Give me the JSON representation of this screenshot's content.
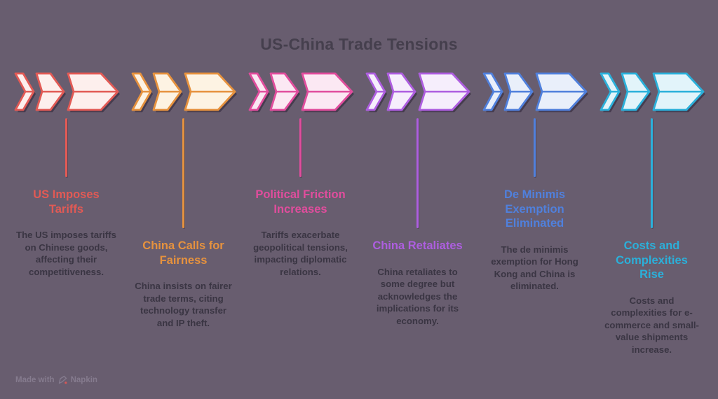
{
  "title": "US-China Trade Tensions",
  "colors": {
    "background": "#685d6f",
    "title": "#453f4d",
    "description": "#3a3543",
    "footer": "#857b8e",
    "footerAccent": "#d95757"
  },
  "stages": [
    {
      "title": "US Imposes Tariffs",
      "description": "The US imposes tariffs on Chinese goods, affecting their competitiveness.",
      "color": "#e25a55",
      "fill": "#fdefed"
    },
    {
      "title": "China Calls for Fairness",
      "description": "China insists on fairer trade terms, citing technology transfer and IP theft.",
      "color": "#e6923e",
      "fill": "#fdf3e3"
    },
    {
      "title": "Political Friction Increases",
      "description": "Tariffs exacerbate geopolitical tensions, impacting diplomatic relations.",
      "color": "#e14d9d",
      "fill": "#fbe8f3"
    },
    {
      "title": "China Retaliates",
      "description": "China retaliates to some degree but acknowledges the implications for its economy.",
      "color": "#ae5ee0",
      "fill": "#f6eefc"
    },
    {
      "title": "De Minimis Exemption Eliminated",
      "description": "The de minimis exemption for Hong Kong and China is eliminated.",
      "color": "#5080dc",
      "fill": "#e9effa"
    },
    {
      "title": "Costs and Complexities Rise",
      "description": "Costs and complexities for e-commerce and small-value shipments increase.",
      "color": "#2bb0da",
      "fill": "#e2f4fa"
    }
  ],
  "footer": {
    "made_with": "Made with",
    "brand": "Napkin"
  }
}
